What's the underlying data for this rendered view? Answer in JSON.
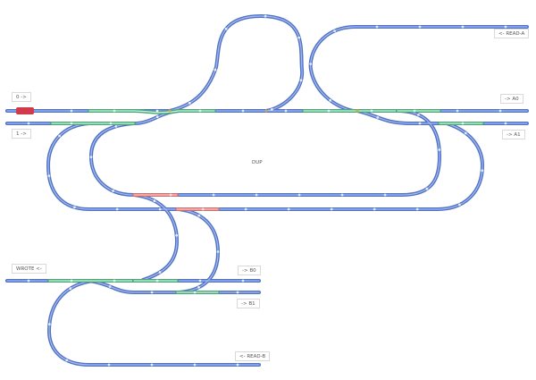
{
  "labels": {
    "input_0": "0 ->",
    "input_1": "1 ->",
    "output_a0": "-> A0",
    "output_a1": "-> A1",
    "read_a": "<- READ-A",
    "center": "DUP",
    "wrote": "WROTE <-",
    "output_b0": "-> B0",
    "output_b1": "-> B1",
    "read_b": "<- READ-B"
  },
  "colors": {
    "track": "#4f73c9",
    "track_inner": "#a9bbe8",
    "switch_active": "#46a878",
    "switch_inactive": "#d26c6c",
    "train": "#d23a4c",
    "marker": "#e8ecf6",
    "junction": "#d9a640"
  },
  "train": {
    "icon": "train-car-icon",
    "position": "input-0 track, left end"
  }
}
